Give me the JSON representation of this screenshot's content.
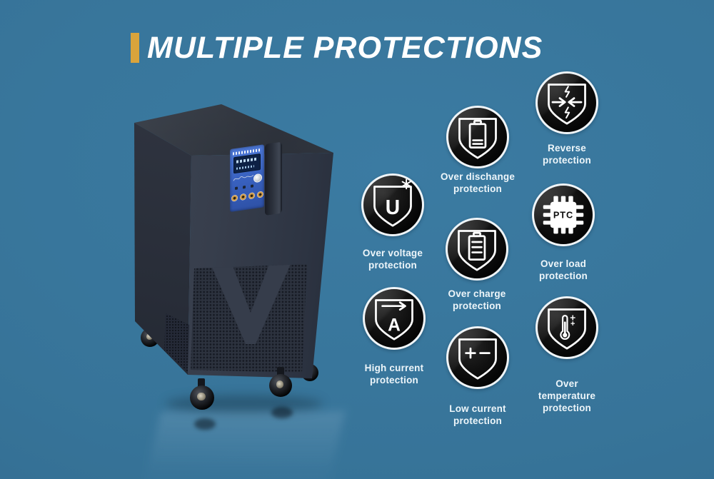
{
  "header": {
    "title": "MULTIPLE PROTECTIONS"
  },
  "colors": {
    "background": "#377499",
    "accent_gold": "#d9a43c",
    "icon_circle": "#0b0b0b",
    "icon_ring": "#f0f5f8",
    "label_text": "#eef6fa",
    "device_panel_blue": "#3a63c2"
  },
  "device": {
    "description": "tower inverter with blue control panel, front vents and caster wheels"
  },
  "protections": [
    {
      "name": "over-discharge",
      "icon": "shield-battery-low-icon",
      "lines": [
        "Over dischange",
        "protection"
      ]
    },
    {
      "name": "reverse",
      "icon": "shield-opposing-arrows-icon",
      "lines": [
        "Reverse",
        "protection"
      ]
    },
    {
      "name": "over-voltage",
      "icon": "shield-u-star-icon",
      "glyph": "U",
      "lines": [
        "Over voltage",
        "protection"
      ]
    },
    {
      "name": "over-load",
      "icon": "ptc-chip-icon",
      "glyph": "PTC",
      "lines": [
        "Over load",
        "protection"
      ]
    },
    {
      "name": "over-charge",
      "icon": "shield-battery-full-icon",
      "lines": [
        "Over charge",
        "protection"
      ]
    },
    {
      "name": "high-current",
      "icon": "shield-a-arrow-icon",
      "glyph": "A",
      "lines": [
        "High current",
        "protection"
      ]
    },
    {
      "name": "low-current",
      "icon": "shield-plus-minus-icon",
      "lines": [
        "Low current",
        "protection"
      ]
    },
    {
      "name": "over-temperature",
      "icon": "shield-thermometer-icon",
      "lines": [
        "Over",
        "temperature",
        "protection"
      ]
    }
  ]
}
